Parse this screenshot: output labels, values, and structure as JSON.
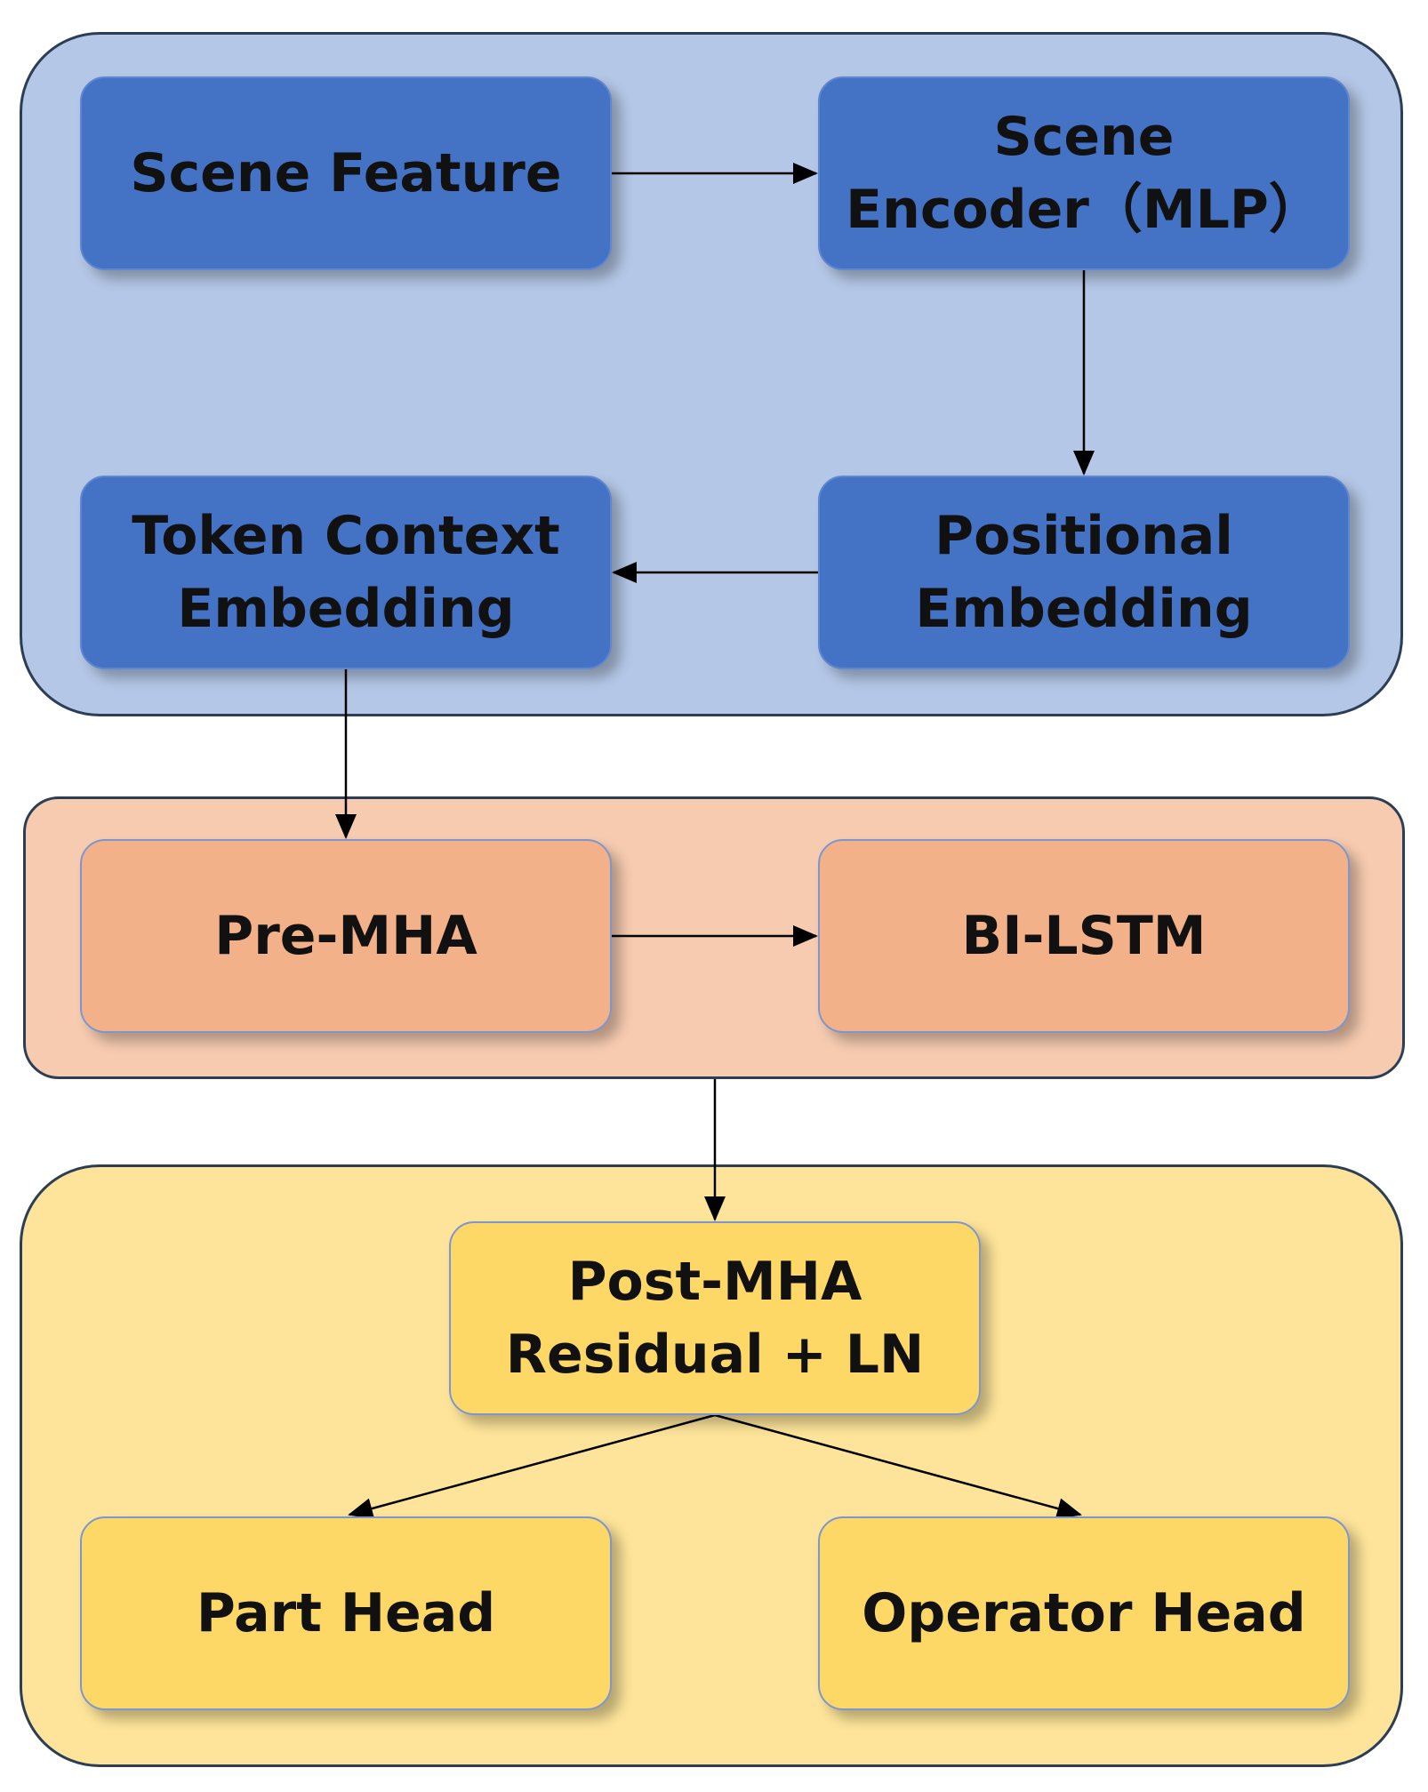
{
  "colors": {
    "group_blue": "#b4c7e6",
    "group_orange": "#f6cbb0",
    "group_yellow": "#fde49a",
    "node_blue": "#4472c4",
    "node_orange": "#f2b188",
    "node_yellow": "#fdd866",
    "arrow": "#000000"
  },
  "groups": {
    "encoder": {
      "nodes": [
        "scene_feature",
        "scene_encoder",
        "positional",
        "token_context"
      ]
    },
    "sequence": {
      "nodes": [
        "pre_mha",
        "bi_lstm"
      ]
    },
    "heads": {
      "nodes": [
        "post_mha",
        "part_head",
        "operator_head"
      ]
    }
  },
  "nodes": {
    "scene_feature": {
      "label": "Scene Feature"
    },
    "scene_encoder": {
      "label": "Scene\nEncoder（MLP）"
    },
    "positional": {
      "label": "Positional\nEmbedding"
    },
    "token_context": {
      "label": "Token Context\nEmbedding"
    },
    "pre_mha": {
      "label": "Pre-MHA"
    },
    "bi_lstm": {
      "label": "BI-LSTM"
    },
    "post_mha": {
      "label": "Post-MHA\nResidual + LN"
    },
    "part_head": {
      "label": "Part Head"
    },
    "operator_head": {
      "label": "Operator Head"
    }
  },
  "edges": [
    {
      "from": "scene_feature",
      "to": "scene_encoder"
    },
    {
      "from": "scene_encoder",
      "to": "positional"
    },
    {
      "from": "positional",
      "to": "token_context"
    },
    {
      "from": "token_context",
      "to": "pre_mha"
    },
    {
      "from": "pre_mha",
      "to": "bi_lstm"
    },
    {
      "from": "sequence",
      "to": "post_mha"
    },
    {
      "from": "post_mha",
      "to": "part_head"
    },
    {
      "from": "post_mha",
      "to": "operator_head"
    }
  ]
}
